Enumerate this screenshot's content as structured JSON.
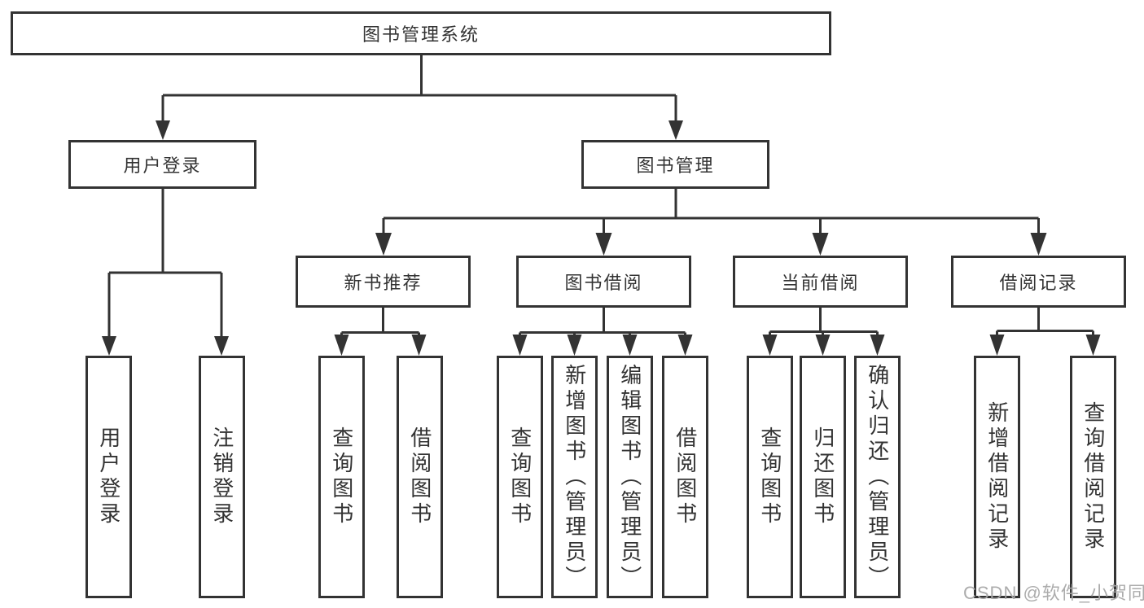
{
  "diagram": {
    "root": {
      "label": "图书管理系统"
    },
    "level2": {
      "user_login": {
        "label": "用户登录"
      },
      "book_management": {
        "label": "图书管理"
      }
    },
    "level3": {
      "new_book_recommend": {
        "label": "新书推荐"
      },
      "book_borrow": {
        "label": "图书借阅"
      },
      "current_borrow": {
        "label": "当前借阅"
      },
      "borrow_records": {
        "label": "借阅记录"
      }
    },
    "leaves": {
      "user_login_1": {
        "label": "用户登录"
      },
      "user_login_2": {
        "label": "注销登录"
      },
      "new_book_1": {
        "label": "查询图书"
      },
      "new_book_2": {
        "label": "借阅图书"
      },
      "book_borrow_1": {
        "label": "查询图书"
      },
      "book_borrow_2": {
        "label": "新增图书（管理员）"
      },
      "book_borrow_3": {
        "label": "编辑图书（管理员）"
      },
      "book_borrow_4": {
        "label": "借阅图书"
      },
      "current_borrow_1": {
        "label": "查询图书"
      },
      "current_borrow_2": {
        "label": "归还图书"
      },
      "current_borrow_3": {
        "label": "确认归还（管理员）"
      },
      "borrow_records_1": {
        "label": "新增借阅记录"
      },
      "borrow_records_2": {
        "label": "查询借阅记录"
      }
    }
  },
  "watermark": {
    "text": "CSDN @软件_小贺同学"
  },
  "colors": {
    "line": "#333333",
    "text": "#333333",
    "box_fill": "#ffffff",
    "background": "#ffffff",
    "watermark": "#a8a8a8"
  }
}
